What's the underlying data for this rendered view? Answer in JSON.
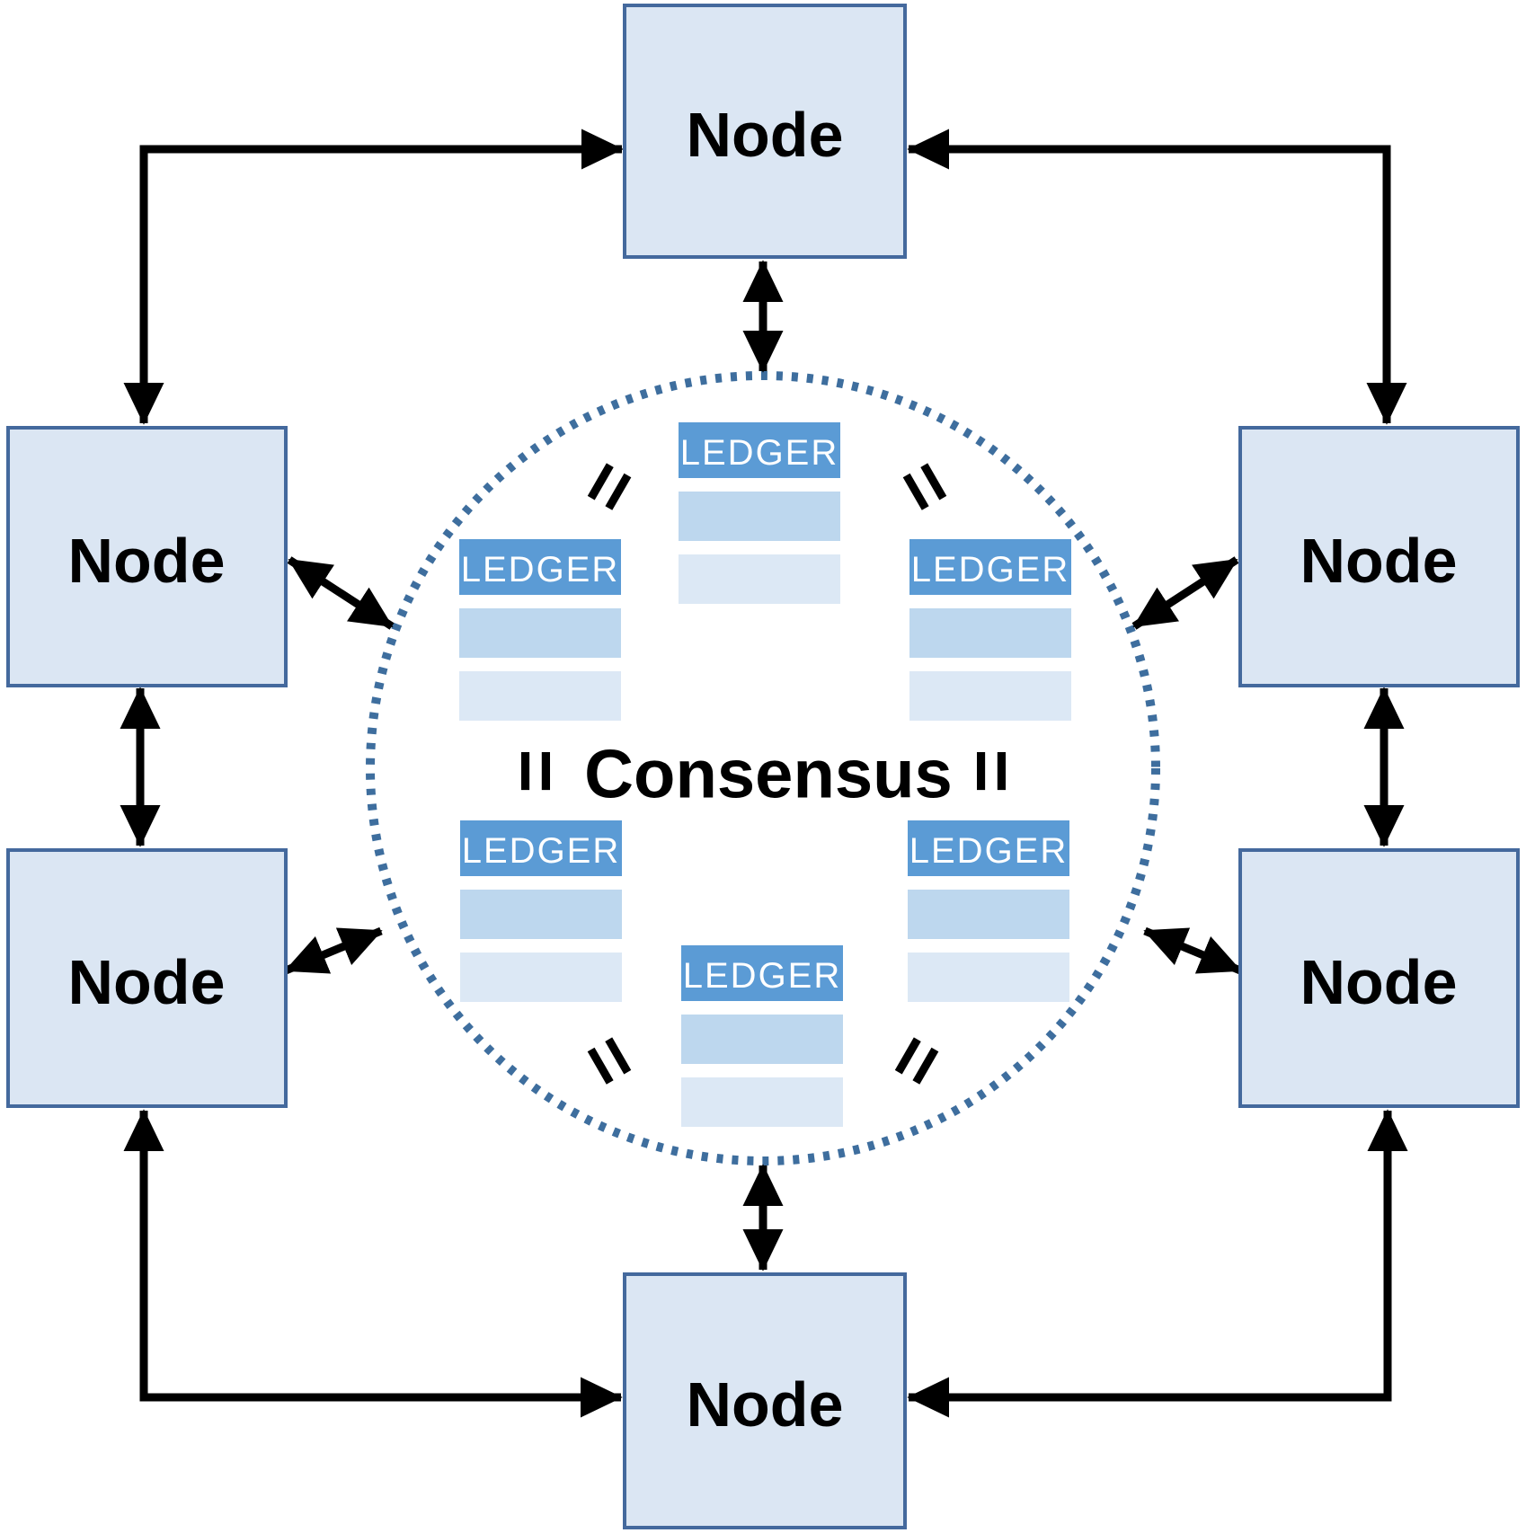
{
  "nodes": [
    {
      "id": "top",
      "label": "Node"
    },
    {
      "id": "left-upper",
      "label": "Node"
    },
    {
      "id": "left-lower",
      "label": "Node"
    },
    {
      "id": "right-upper",
      "label": "Node"
    },
    {
      "id": "right-lower",
      "label": "Node"
    },
    {
      "id": "bottom",
      "label": "Node"
    }
  ],
  "consensus": {
    "label": "Consensus",
    "equals_symbol": "="
  },
  "ledgers": [
    {
      "position": "top-center",
      "label": "LEDGER"
    },
    {
      "position": "left-upper",
      "label": "LEDGER"
    },
    {
      "position": "right-upper",
      "label": "LEDGER"
    },
    {
      "position": "left-lower",
      "label": "LEDGER"
    },
    {
      "position": "right-lower",
      "label": "LEDGER"
    },
    {
      "position": "bottom-center",
      "label": "LEDGER"
    }
  ],
  "colors": {
    "node_fill": "#dbe6f3",
    "node_border": "#44699d",
    "ledger_header": "#5b9bd5",
    "ledger_row1": "#bdd7ee",
    "ledger_row2": "#dce8f5",
    "ledger_text": "#ffffff",
    "circle_dot": "#3e6e9e",
    "arrow": "#000000",
    "text": "#000000"
  }
}
